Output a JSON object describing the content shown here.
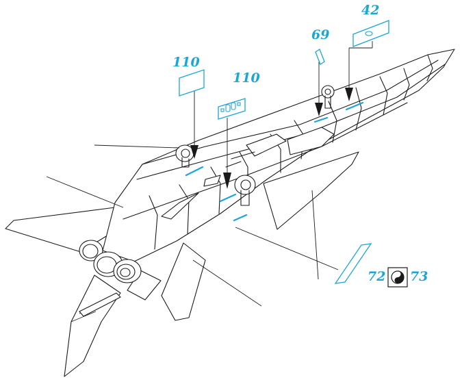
{
  "colors": {
    "decal": "#1aa6d6",
    "line": "#1a1a1a",
    "background": "#ffffff"
  },
  "labels": {
    "callout_42": "42",
    "callout_69": "69",
    "callout_110_left": "110",
    "callout_110_right": "110",
    "callout_72": "72",
    "callout_73": "73"
  },
  "icons": {
    "sign_icon": "yin-yang-icon"
  }
}
